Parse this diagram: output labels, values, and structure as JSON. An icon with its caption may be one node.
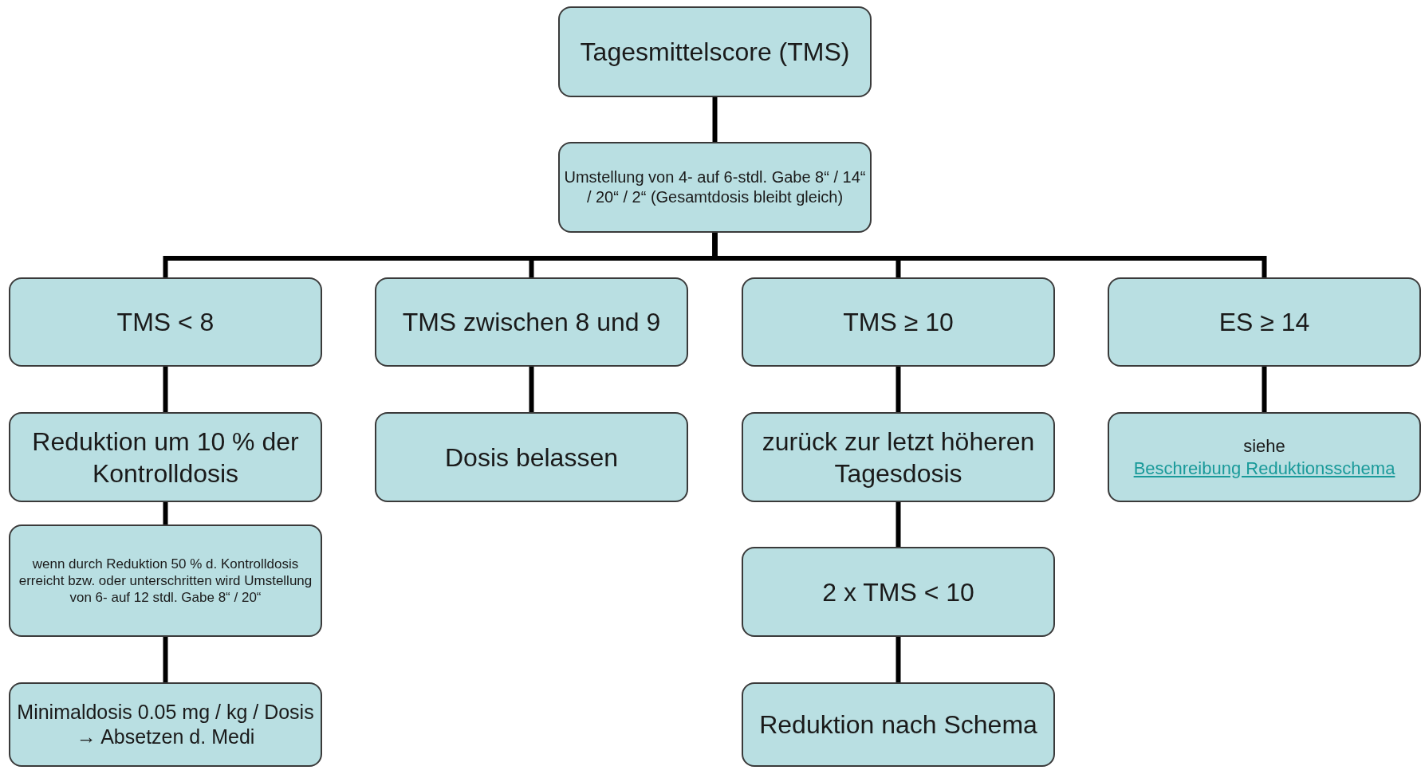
{
  "diagram": {
    "nodes": [
      {
        "text": [
          "Tagesmittelscore (TMS)"
        ]
      },
      {
        "text": [
          "Umstellung von 4- auf 6-stdl. Gabe 8“ / 14“ / 20“ / 2“ (Gesamtdosis bleibt gleich)"
        ]
      },
      {
        "text": [
          "TMS < 8"
        ]
      },
      {
        "text": [
          "TMS zwischen 8 und 9"
        ]
      },
      {
        "text": [
          "TMS ≥ 10"
        ]
      },
      {
        "text": [
          "ES ≥ 14"
        ]
      },
      {
        "text": [
          "Reduktion um 10 % der Kontrolldosis"
        ]
      },
      {
        "text": [
          "wenn durch Reduktion 50 % d. Kontrolldosis erreicht bzw. oder unterschritten wird Umstellung von 6- auf 12 stdl. Gabe 8“ / 20“"
        ]
      },
      {
        "text": [
          "Minimaldosis 0.05 mg / kg / Dosis → Absetzen d. Medi"
        ]
      },
      {
        "text": [
          "Dosis belassen"
        ]
      },
      {
        "text": [
          "zurück zur letzt höheren Tagesdosis"
        ]
      },
      {
        "text": [
          "2 x TMS < 10"
        ]
      },
      {
        "text": [
          "Reduktion nach Schema"
        ]
      },
      {
        "text": [
          "siehe",
          "Beschreibung Reduktionsschema"
        ]
      }
    ],
    "edges": [
      {
        "from": 0,
        "to": 1,
        "arrow": "none"
      },
      {
        "from": 1,
        "to": 2,
        "arrow": "none"
      },
      {
        "from": 1,
        "to": 3,
        "arrow": "none"
      },
      {
        "from": 1,
        "to": 4,
        "arrow": "none"
      },
      {
        "from": 1,
        "to": 5,
        "arrow": "none"
      },
      {
        "from": 2,
        "to": 6,
        "arrow": "none"
      },
      {
        "from": 6,
        "to": 7,
        "arrow": "none"
      },
      {
        "from": 7,
        "to": 8,
        "arrow": "none"
      },
      {
        "from": 3,
        "to": 9,
        "arrow": "none"
      },
      {
        "from": 4,
        "to": 10,
        "arrow": "none"
      },
      {
        "from": 10,
        "to": 11,
        "arrow": "none"
      },
      {
        "from": 11,
        "to": 12,
        "arrow": "none"
      },
      {
        "from": 5,
        "to": 13,
        "arrow": "none"
      }
    ]
  }
}
